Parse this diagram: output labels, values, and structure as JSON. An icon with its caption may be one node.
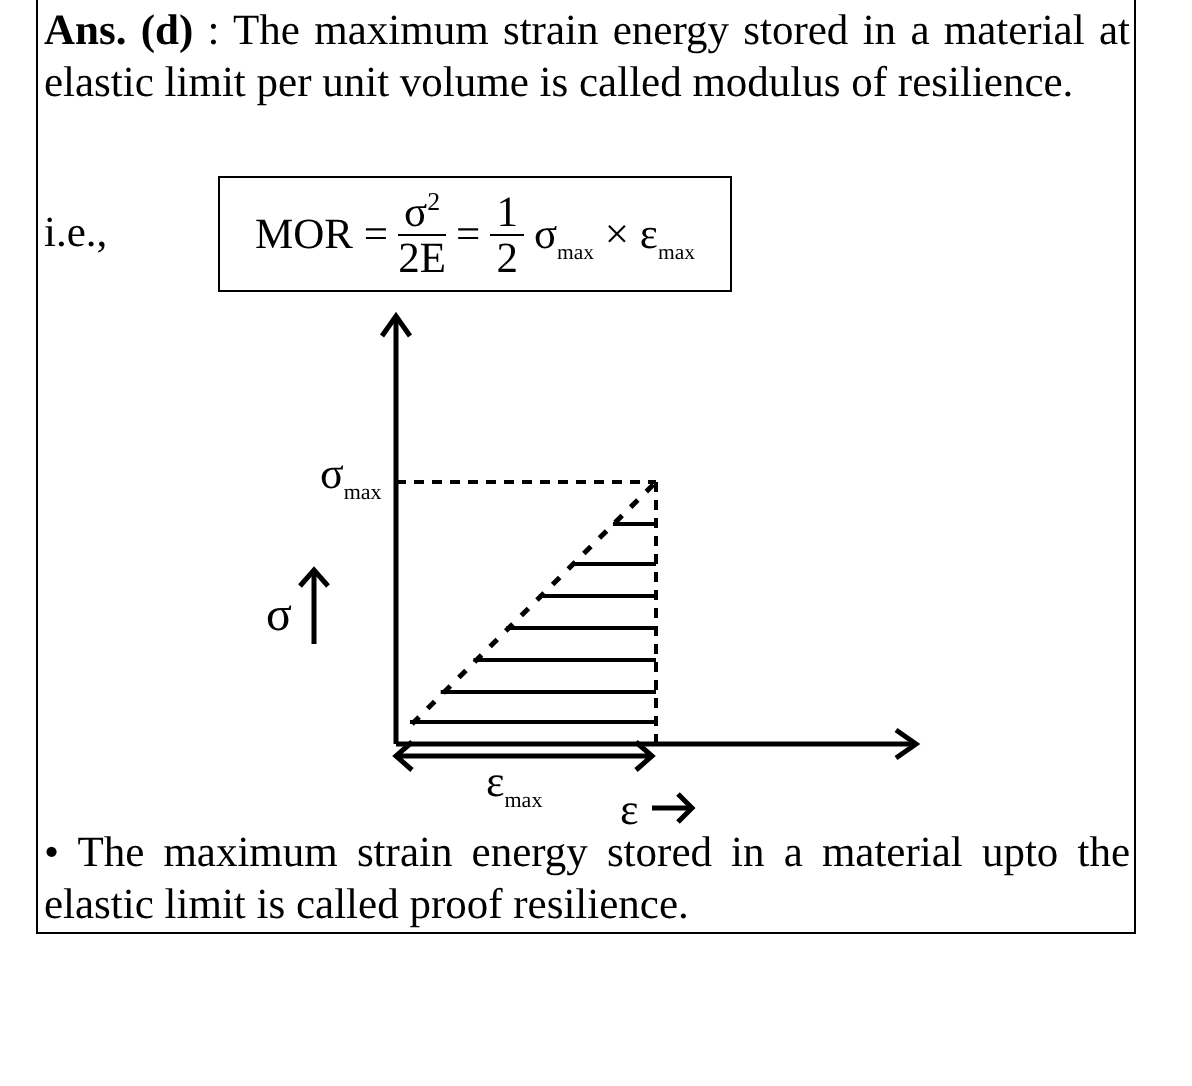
{
  "diagram": {
    "nodes": [
      {
        "text": [
          "MOR =",
          "σ$^{2}$",
          "2E",
          "=",
          "1",
          "2",
          "σ$_{max}$ × ε$_{max}$"
        ]
      }
    ],
    "labels": [
      "**Ans. (d)** : The maximum strain energy stored in a material at elastic limit per unit volume is called modulus of resilience.",
      "i.e.,",
      "σ$_{max}$",
      "σ",
      "ε$_{max}$",
      "ε",
      "• The maximum strain energy stored in a material upto the elastic limit is called proof resilience."
    ]
  }
}
